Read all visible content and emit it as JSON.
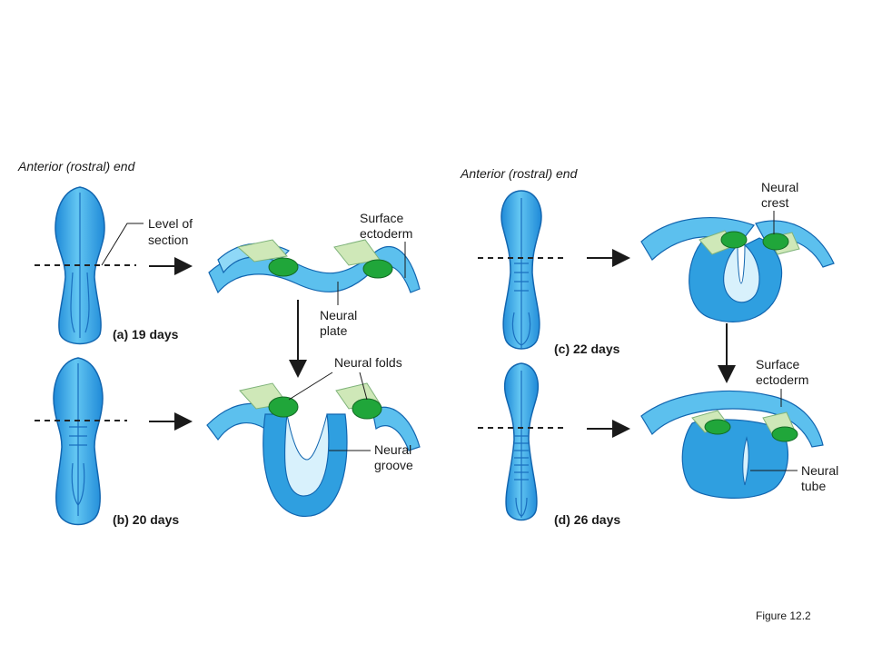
{
  "panels": {
    "left_anterior": "Anterior (rostral) end",
    "right_anterior": "Anterior (rostral) end",
    "a_letter": "(a)",
    "a_days": "19 days",
    "b_letter": "(b)",
    "b_days": "20 days",
    "c_letter": "(c)",
    "c_days": "22 days",
    "d_letter": "(d)",
    "d_days": "26 days"
  },
  "labels": {
    "level_of": "Level of",
    "section": "section",
    "surface_1a": "Surface",
    "surface_1b": "ectoderm",
    "neural_plate_a": "Neural",
    "neural_plate_b": "plate",
    "neural_folds": "Neural folds",
    "neural_groove_a": "Neural",
    "neural_groove_b": "groove",
    "neural_crest_a": "Neural",
    "neural_crest_b": "crest",
    "surface_2a": "Surface",
    "surface_2b": "ectoderm",
    "neural_tube_a": "Neural",
    "neural_tube_b": "tube"
  },
  "figure_caption": "Figure 12.2",
  "colors": {
    "tissue_blue": "#2f9fe0",
    "ectoderm_light": "#8fd8f7",
    "neural_crest_green": "#20a63a"
  }
}
